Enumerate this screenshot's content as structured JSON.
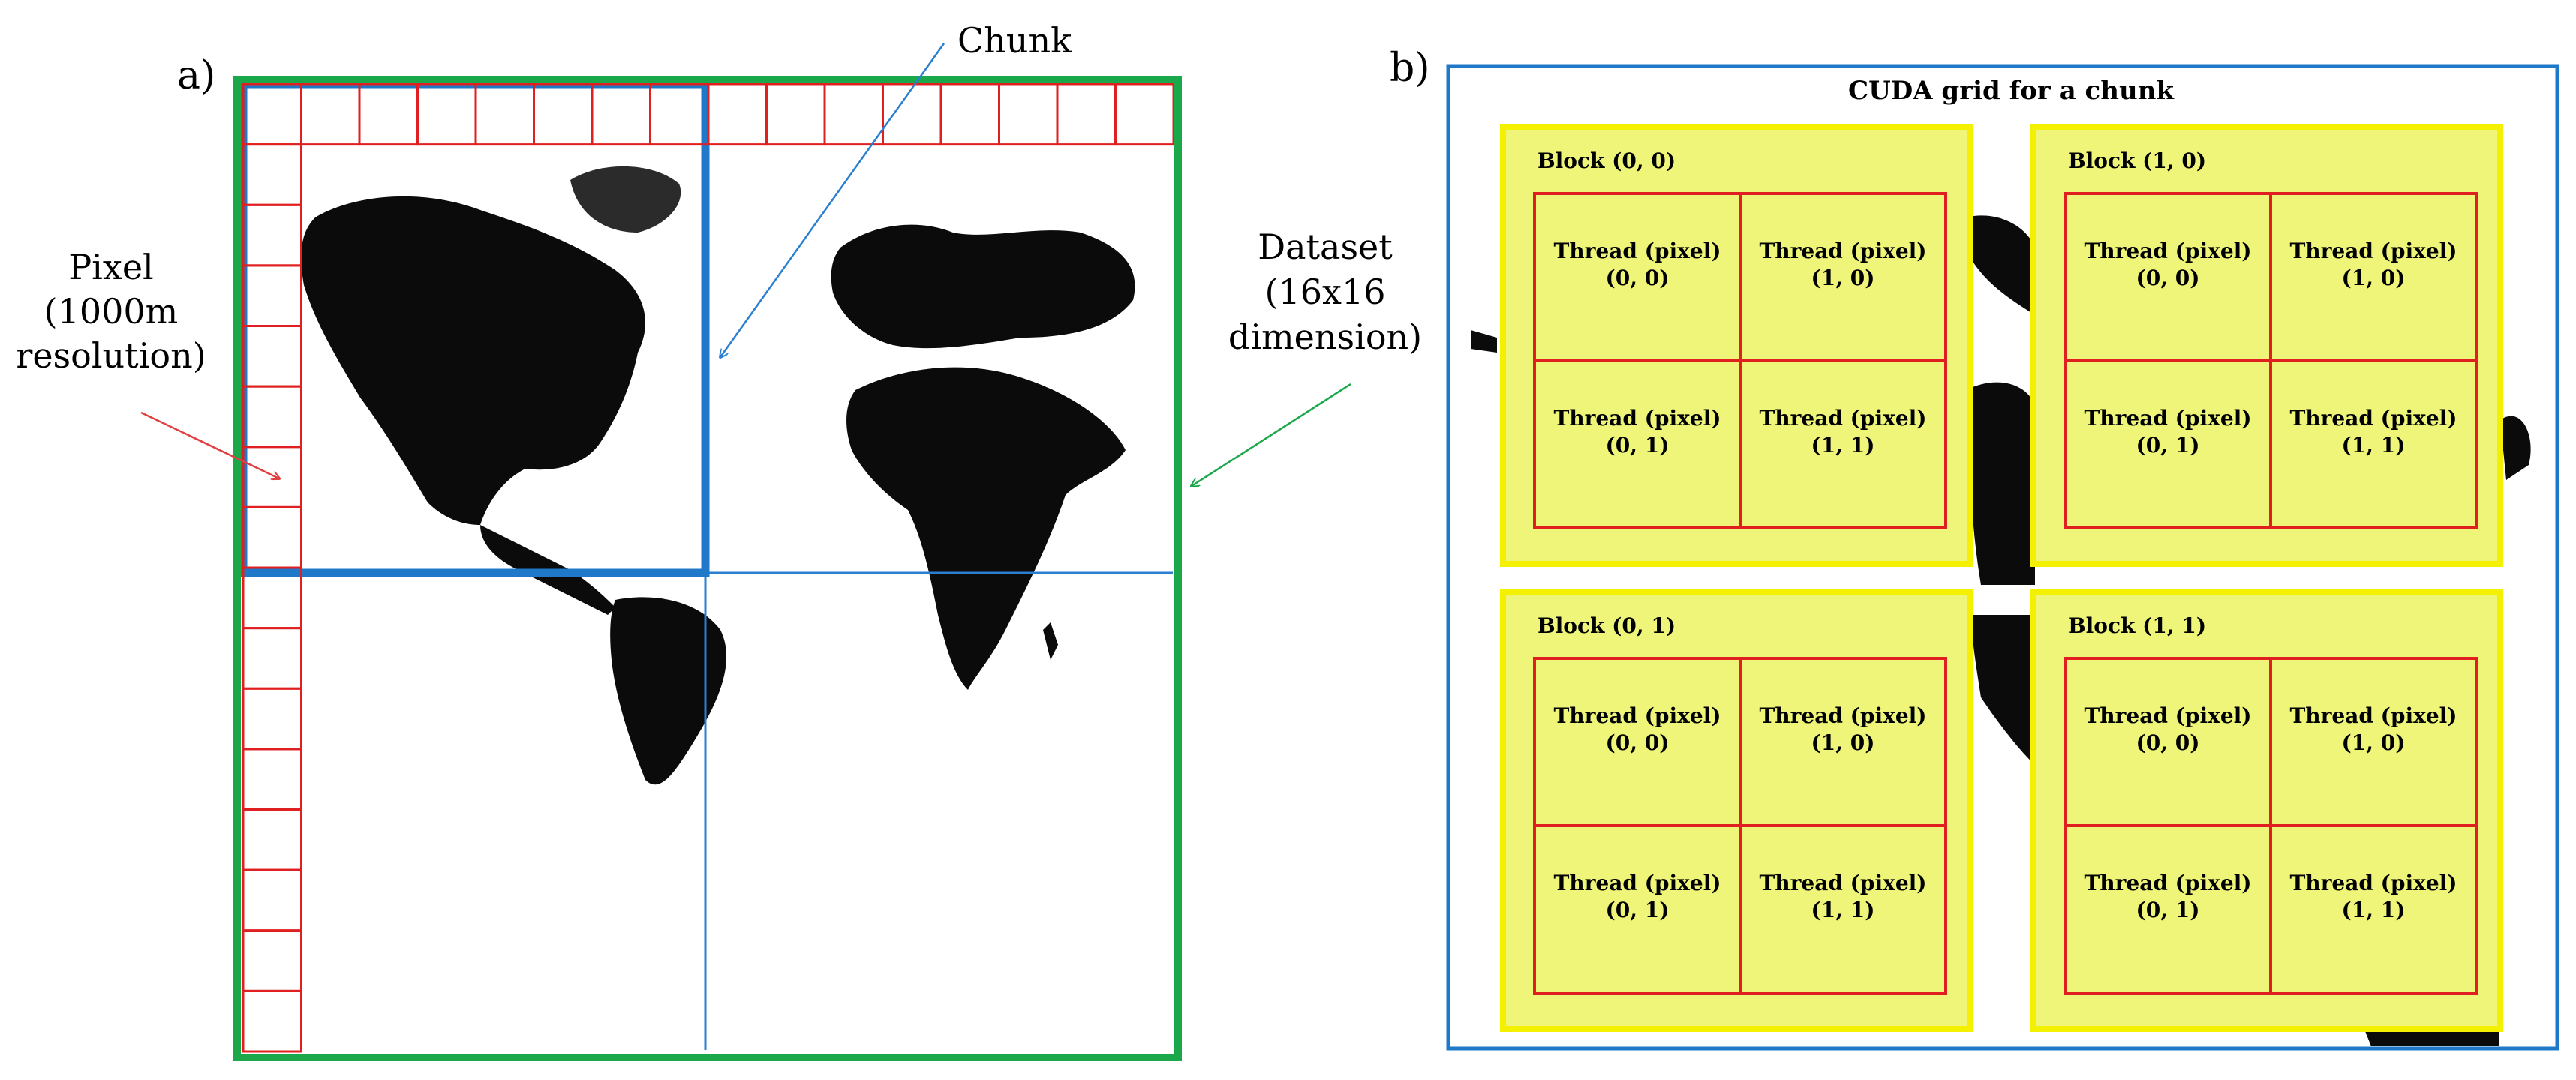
{
  "panel_a": {
    "label": "a)",
    "annotations": {
      "pixel": [
        "Pixel",
        "(1000m",
        "resolution)"
      ],
      "chunk": "Chunk",
      "dataset": [
        "Dataset",
        "(16x16",
        "dimension)"
      ]
    },
    "grid": {
      "columns": 16,
      "rows": 16
    }
  },
  "panel_b": {
    "label": "b)",
    "title": "CUDA grid for a chunk",
    "blocks": [
      {
        "label": "Block (0, 0)",
        "threads": [
          [
            "Thread (pixel)",
            "(0, 0)"
          ],
          [
            "Thread (pixel)",
            "(1, 0)"
          ],
          [
            "Thread (pixel)",
            "(0, 1)"
          ],
          [
            "Thread (pixel)",
            "(1, 1)"
          ]
        ]
      },
      {
        "label": "Block (1, 0)",
        "threads": [
          [
            "Thread (pixel)",
            "(0, 0)"
          ],
          [
            "Thread (pixel)",
            "(1, 0)"
          ],
          [
            "Thread (pixel)",
            "(0, 1)"
          ],
          [
            "Thread (pixel)",
            "(1, 1)"
          ]
        ]
      },
      {
        "label": "Block (0, 1)",
        "threads": [
          [
            "Thread (pixel)",
            "(0, 0)"
          ],
          [
            "Thread (pixel)",
            "(1, 0)"
          ],
          [
            "Thread (pixel)",
            "(0, 1)"
          ],
          [
            "Thread (pixel)",
            "(1, 1)"
          ]
        ]
      },
      {
        "label": "Block (1, 1)",
        "threads": [
          [
            "Thread (pixel)",
            "(0, 0)"
          ],
          [
            "Thread (pixel)",
            "(1, 0)"
          ],
          [
            "Thread (pixel)",
            "(0, 1)"
          ],
          [
            "Thread (pixel)",
            "(1, 1)"
          ]
        ]
      }
    ]
  },
  "colors": {
    "dataset_border": "#1aa84a",
    "chunk_border": "#1f78c8",
    "pixel_grid": "#e02020",
    "block_fill": "#eef578",
    "block_border": "#f3f000",
    "grid_border": "#1f78c8",
    "land": "#0b0b0b"
  }
}
